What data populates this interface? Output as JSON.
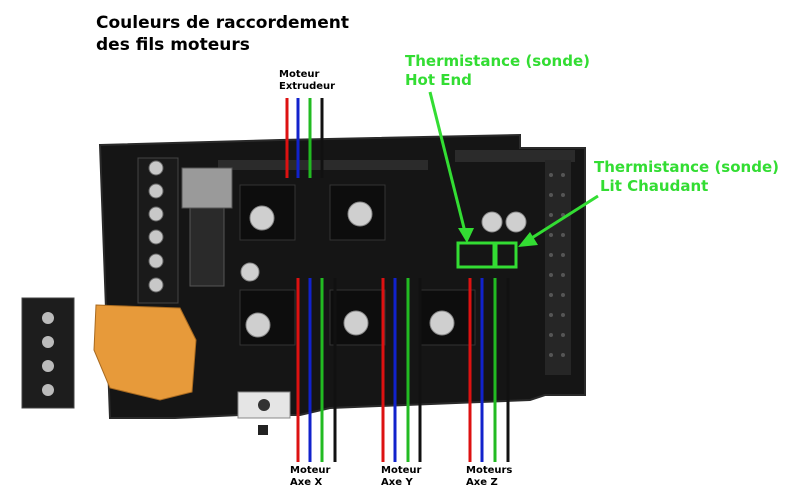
{
  "title": {
    "line1": "Couleurs de raccordement",
    "line2": "des fils moteurs"
  },
  "labels": {
    "extruder_line1": "Moteur",
    "extruder_line2": "Extrudeur",
    "x_line1": "Moteur",
    "x_line2": "Axe X",
    "y_line1": "Moteur",
    "y_line2": "Axe Y",
    "z_line1": "Moteurs",
    "z_line2": "Axe Z",
    "hotend_line1": "Thermistance (sonde)",
    "hotend_line2": "Hot End",
    "bed_line1": "Thermistance (sonde)",
    "bed_line2": "Lit Chaudant"
  },
  "wire_colors": [
    "#dd1111",
    "#1122cc",
    "#22bb22",
    "#111111"
  ],
  "accent_color": "#33dd33"
}
